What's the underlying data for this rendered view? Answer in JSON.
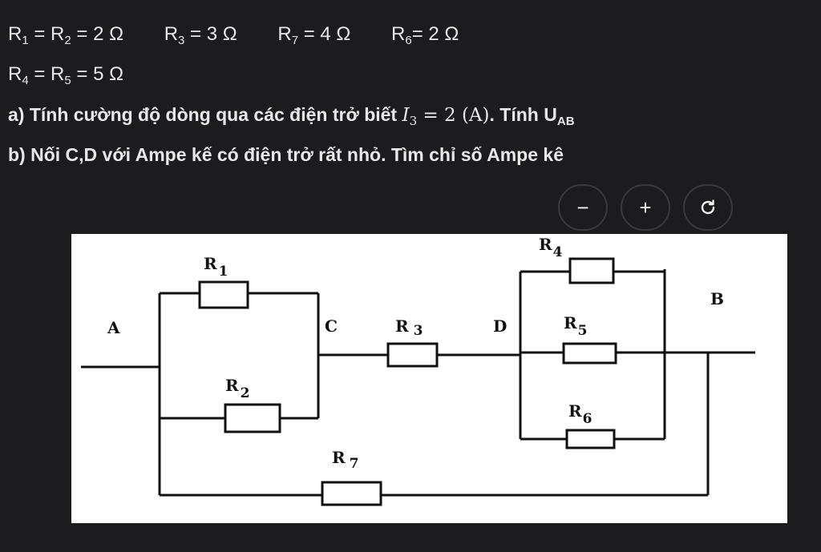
{
  "problem": {
    "values_line1": [
      {
        "text": "R",
        "sub1": "1",
        "mid": " = R",
        "sub2": "2",
        "tail": " = 2 Ω"
      },
      {
        "text": "R",
        "sub1": "3",
        "tail": " = 3 Ω"
      },
      {
        "text": "R",
        "sub1": "7",
        "tail": " = 4 Ω"
      },
      {
        "text": "R",
        "sub1": "6",
        "tail": "= 2 Ω"
      }
    ],
    "values_line2": {
      "text": "R",
      "sub1": "4",
      "mid": " = R",
      "sub2": "5",
      "tail": " = 5 Ω"
    },
    "part_a": {
      "prefix": "a) Tính cường độ dòng qua các điện trở biết ",
      "math_var": "I",
      "math_sub": "3",
      "math_rest": " = 2 (A)",
      "suffix": ". Tính U",
      "suffix_sub": "AB"
    },
    "part_b": "b) Nối C,D với Ampe kế có điện trở rất nhỏ. Tìm chỉ số Ampe kê"
  },
  "toolbar": {
    "zoom_out": "−",
    "zoom_in": "+",
    "reset_icon": "refresh-icon"
  },
  "circuit": {
    "node_a": "A",
    "node_b": "B",
    "node_c": "C",
    "node_d": "D",
    "r1": {
      "main": "R",
      "sub": "1"
    },
    "r2": {
      "main": "R",
      "sub": "2"
    },
    "r3": {
      "main": "R",
      "sub": "3"
    },
    "r4": {
      "main": "R",
      "sub": "4"
    },
    "r5": {
      "main": "R",
      "sub": "5"
    },
    "r6": {
      "main": "R",
      "sub": "6"
    },
    "r7": {
      "main": "R",
      "sub": "7"
    }
  }
}
